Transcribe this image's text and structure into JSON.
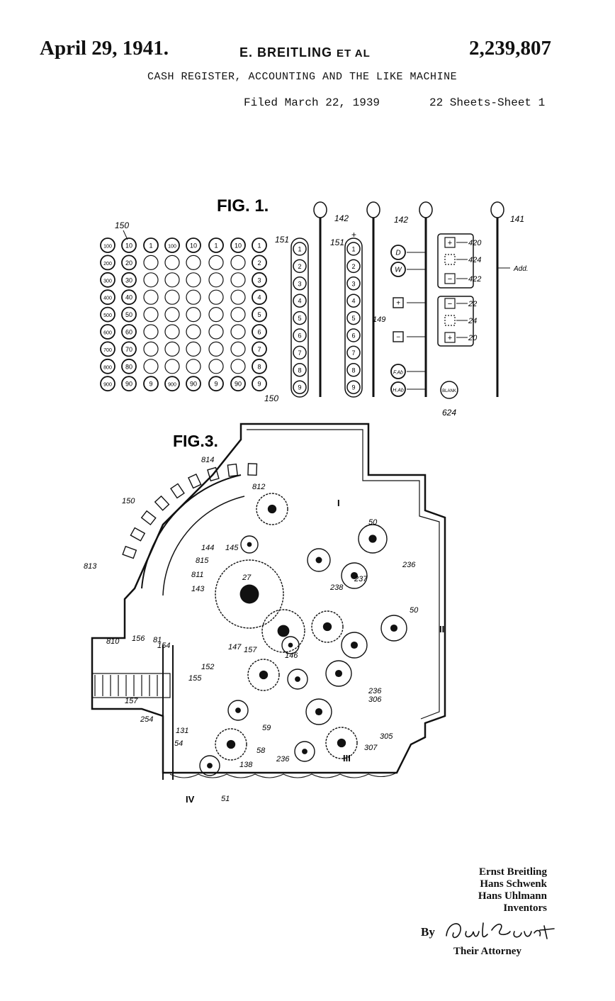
{
  "header": {
    "date": "April 29, 1941.",
    "inventor": "E. BREITLING",
    "et_al": "ET AL",
    "patent_number": "2,239,807",
    "title": "CASH REGISTER, ACCOUNTING AND THE LIKE MACHINE",
    "filed": "Filed March 22, 1939",
    "sheets": "22 Sheets-Sheet 1"
  },
  "fig1": {
    "label": "FIG. 1.",
    "ref_150": "150",
    "ref_150_bottom": "150",
    "ref_151": "151",
    "ref_142": "142",
    "ref_141": "141",
    "ref_149": "149",
    "ref_624": "624",
    "plus_sign": "+",
    "add_label": "Add.",
    "key_columns": [
      [
        "100",
        "200",
        "300",
        "400",
        "500",
        "600",
        "700",
        "800",
        "900"
      ],
      [
        "10",
        "20",
        "30",
        "40",
        "50",
        "60",
        "70",
        "80",
        "90"
      ],
      [
        "1",
        "",
        "",
        "",
        "",
        "",
        "",
        "",
        "9"
      ],
      [
        "100",
        "",
        "",
        "",
        "",
        "",
        "",
        "",
        "900"
      ],
      [
        "10",
        "",
        "",
        "",
        "",
        "",
        "",
        "",
        "90"
      ],
      [
        "1",
        "",
        "",
        "",
        "",
        "",
        "",
        "",
        "9"
      ],
      [
        "10",
        "",
        "",
        "",
        "",
        "",
        "",
        "",
        "90"
      ],
      [
        "1",
        "2",
        "3",
        "4",
        "5",
        "6",
        "7",
        "8",
        "9"
      ]
    ],
    "digit_keys": [
      "1",
      "2",
      "3",
      "4",
      "5",
      "6",
      "7",
      "8",
      "9"
    ],
    "function_keys": [
      "D",
      "W",
      "+",
      "−",
      "F.Ab",
      "H.Ab"
    ],
    "blank_key": "BLANK",
    "box_upper_refs": [
      "420",
      "424",
      "422"
    ],
    "box_lower_refs": [
      "22",
      "24",
      "20"
    ]
  },
  "fig3": {
    "label": "FIG.3.",
    "refs": [
      {
        "id": "814",
        "t": "814"
      },
      {
        "id": "812",
        "t": "812"
      },
      {
        "id": "150",
        "t": "150"
      },
      {
        "id": "I",
        "t": "I"
      },
      {
        "id": "50a",
        "t": "50"
      },
      {
        "id": "144",
        "t": "144"
      },
      {
        "id": "145",
        "t": "145"
      },
      {
        "id": "815",
        "t": "815"
      },
      {
        "id": "27",
        "t": "27"
      },
      {
        "id": "236a",
        "t": "236"
      },
      {
        "id": "813",
        "t": "813"
      },
      {
        "id": "811",
        "t": "811"
      },
      {
        "id": "143",
        "t": "143"
      },
      {
        "id": "238",
        "t": "238"
      },
      {
        "id": "237",
        "t": "237"
      },
      {
        "id": "50b",
        "t": "50"
      },
      {
        "id": "II",
        "t": "II"
      },
      {
        "id": "810",
        "t": "810"
      },
      {
        "id": "156",
        "t": "156"
      },
      {
        "id": "81",
        "t": "81"
      },
      {
        "id": "154",
        "t": "154"
      },
      {
        "id": "147",
        "t": "147"
      },
      {
        "id": "157a",
        "t": "157"
      },
      {
        "id": "146",
        "t": "146"
      },
      {
        "id": "152",
        "t": "152"
      },
      {
        "id": "155",
        "t": "155"
      },
      {
        "id": "157b",
        "t": "157"
      },
      {
        "id": "254",
        "t": "254"
      },
      {
        "id": "236b",
        "t": "236"
      },
      {
        "id": "306",
        "t": "306"
      },
      {
        "id": "131",
        "t": "131"
      },
      {
        "id": "59",
        "t": "59"
      },
      {
        "id": "54",
        "t": "54"
      },
      {
        "id": "58",
        "t": "58"
      },
      {
        "id": "138",
        "t": "138"
      },
      {
        "id": "236c",
        "t": "236"
      },
      {
        "id": "305",
        "t": "305"
      },
      {
        "id": "307",
        "t": "307"
      },
      {
        "id": "III",
        "t": "III"
      },
      {
        "id": "IV",
        "t": "IV"
      },
      {
        "id": "51",
        "t": "51"
      }
    ]
  },
  "signature": {
    "inventors": [
      "Ernst Breitling",
      "Hans Schwenk",
      "Hans Uhlmann"
    ],
    "inventors_label": "Inventors",
    "by": "By",
    "attorney_label": "Their Attorney"
  }
}
